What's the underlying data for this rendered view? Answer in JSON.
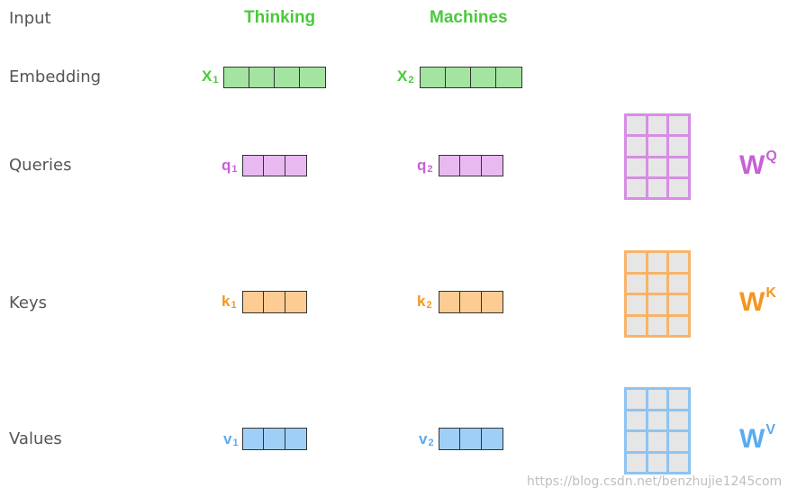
{
  "rows": {
    "input": "Input",
    "embedding": "Embedding",
    "queries": "Queries",
    "keys": "Keys",
    "values": "Values"
  },
  "words": [
    "Thinking",
    "Machines"
  ],
  "vectors": {
    "x1": {
      "base": "X",
      "sub": "1"
    },
    "x2": {
      "base": "X",
      "sub": "2"
    },
    "q1": {
      "base": "q",
      "sub": "1"
    },
    "q2": {
      "base": "q",
      "sub": "2"
    },
    "k1": {
      "base": "k",
      "sub": "1"
    },
    "k2": {
      "base": "k",
      "sub": "2"
    },
    "v1": {
      "base": "v",
      "sub": "1"
    },
    "v2": {
      "base": "v",
      "sub": "2"
    }
  },
  "weights": {
    "wq": {
      "base": "W",
      "sup": "Q"
    },
    "wk": {
      "base": "W",
      "sup": "K"
    },
    "wv": {
      "base": "W",
      "sup": "V"
    }
  },
  "colors": {
    "embedding_fill": "#a3e4a0",
    "embedding_text": "#4ac93a",
    "query_fill": "#e8b9f0",
    "query_text": "#c860d8",
    "query_border": "#d58ee3",
    "key_fill": "#fccc93",
    "key_text": "#f5951f",
    "key_border": "#f7b46a",
    "value_fill": "#9fcff7",
    "value_text": "#5aabf0",
    "value_border": "#8ec3f2"
  },
  "watermark": "https://blog.csdn.net/benzhujie1245com"
}
